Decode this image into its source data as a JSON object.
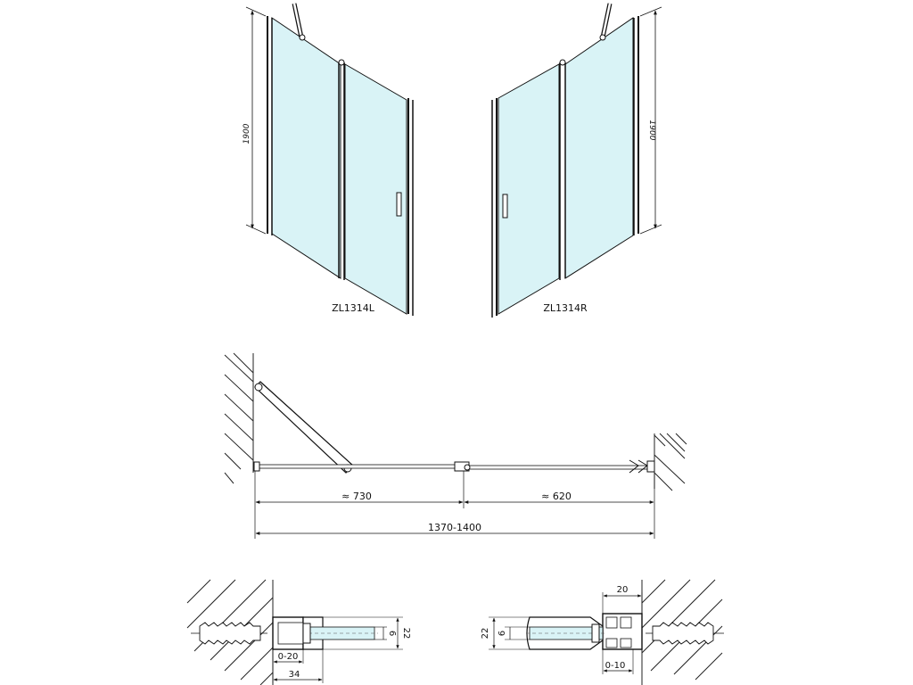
{
  "elevations": {
    "left": {
      "model": "ZL1314L",
      "height": "1900"
    },
    "right": {
      "model": "ZL1314R",
      "height": "1900"
    }
  },
  "plan": {
    "dim_fixed": "≈ 730",
    "dim_door": "≈ 620",
    "dim_total": "1370-1400"
  },
  "detail_left": {
    "dim_glass": "6",
    "dim_profile": "22",
    "dim_adjust": "0-20",
    "dim_depth": "34"
  },
  "detail_right": {
    "dim_top": "20",
    "dim_glass": "6",
    "dim_profile": "22",
    "dim_adjust": "0-10"
  },
  "colors": {
    "glass": "#d9f3f6",
    "glass_edge": "#9fd8e0",
    "line": "#111111",
    "hatch": "#222222"
  }
}
